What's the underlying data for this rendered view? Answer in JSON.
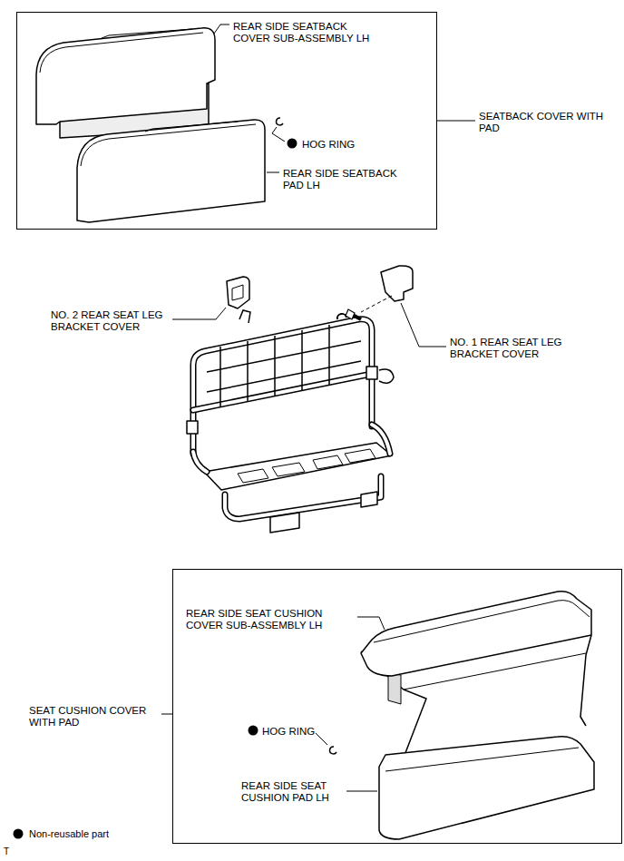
{
  "diagram": {
    "nodes": [
      {
        "text": [
          "REAR SIDE SEATBACK COVER SUB-ASSEMBLY LH",
          "HOG RING",
          "REAR SIDE SEATBACK PAD LH"
        ]
      },
      {
        "text": [
          "REAR SIDE SEAT CUSHION COVER SUB-ASSEMBLY LH",
          "HOG RING",
          "REAR SIDE SEAT CUSHION PAD LH"
        ]
      }
    ],
    "labels": [
      "SEATBACK COVER WITH PAD",
      "NO. 2 REAR SEAT LEG BRACKET COVER",
      "NO. 1 REAR SEAT LEG BRACKET COVER",
      "SEAT CUSHION COVER WITH PAD",
      "T"
    ],
    "legend": [
      {
        "text": "Non-reusable part"
      }
    ]
  }
}
